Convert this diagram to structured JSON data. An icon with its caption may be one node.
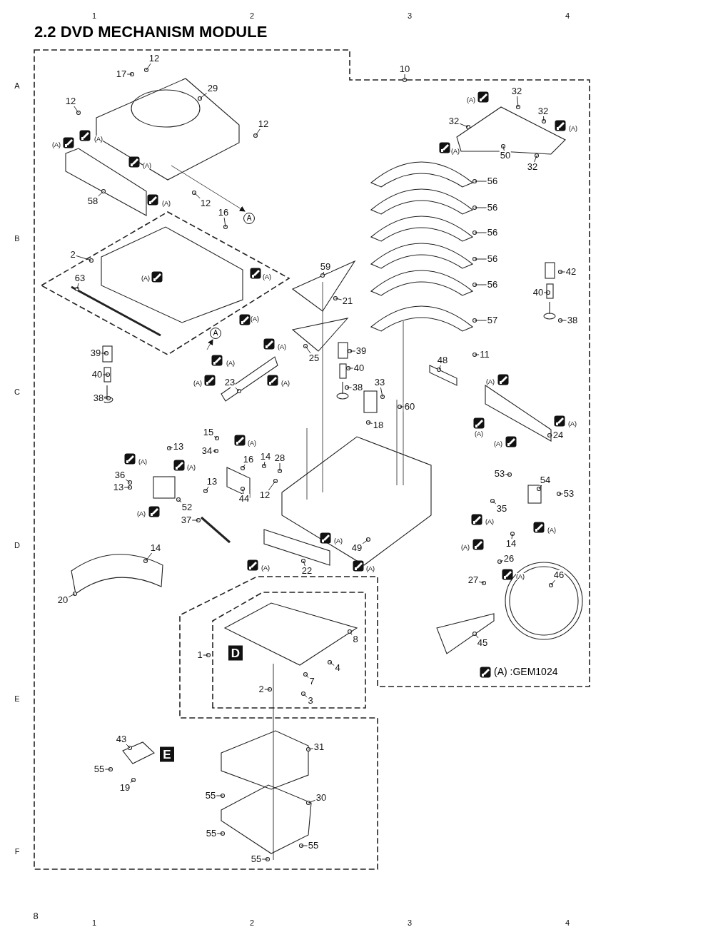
{
  "diagram": {
    "title": "2.2 DVD MECHANISM MODULE",
    "nodes": [
      {
        "text": [
          "12"
        ]
      },
      {
        "text": [
          "17"
        ]
      },
      {
        "text": [
          "29"
        ]
      },
      {
        "text": [
          "12"
        ]
      },
      {
        "text": [
          "12"
        ]
      },
      {
        "text": [
          "10"
        ]
      },
      {
        "text": [
          "32"
        ]
      },
      {
        "text": [
          "32"
        ]
      },
      {
        "text": [
          "32"
        ]
      },
      {
        "text": [
          "32"
        ]
      },
      {
        "text": [
          "50"
        ]
      },
      {
        "text": [
          "58"
        ]
      },
      {
        "text": [
          "12"
        ]
      },
      {
        "text": [
          "16"
        ]
      },
      {
        "text": [
          "2"
        ]
      },
      {
        "text": [
          "63"
        ]
      },
      {
        "text": [
          "56"
        ]
      },
      {
        "text": [
          "56"
        ]
      },
      {
        "text": [
          "56"
        ]
      },
      {
        "text": [
          "56"
        ]
      },
      {
        "text": [
          "56"
        ]
      },
      {
        "text": [
          "57"
        ]
      },
      {
        "text": [
          "42"
        ]
      },
      {
        "text": [
          "40"
        ]
      },
      {
        "text": [
          "38"
        ]
      },
      {
        "text": [
          "59"
        ]
      },
      {
        "text": [
          "21"
        ]
      },
      {
        "text": [
          "25"
        ]
      },
      {
        "text": [
          "39"
        ]
      },
      {
        "text": [
          "40"
        ]
      },
      {
        "text": [
          "38"
        ]
      },
      {
        "text": [
          "23"
        ]
      },
      {
        "text": [
          "39"
        ]
      },
      {
        "text": [
          "40"
        ]
      },
      {
        "text": [
          "38"
        ]
      },
      {
        "text": [
          "33"
        ]
      },
      {
        "text": [
          "48"
        ]
      },
      {
        "text": [
          "11"
        ]
      },
      {
        "text": [
          "60"
        ]
      },
      {
        "text": [
          "18"
        ]
      },
      {
        "text": [
          "24"
        ]
      },
      {
        "text": [
          "15"
        ]
      },
      {
        "text": [
          "34"
        ]
      },
      {
        "text": [
          "13"
        ]
      },
      {
        "text": [
          "16"
        ]
      },
      {
        "text": [
          "14"
        ]
      },
      {
        "text": [
          "28"
        ]
      },
      {
        "text": [
          "36"
        ]
      },
      {
        "text": [
          "13"
        ]
      },
      {
        "text": [
          "13"
        ]
      },
      {
        "text": [
          "12"
        ]
      },
      {
        "text": [
          "44"
        ]
      },
      {
        "text": [
          "52"
        ]
      },
      {
        "text": [
          "53"
        ]
      },
      {
        "text": [
          "54"
        ]
      },
      {
        "text": [
          "53"
        ]
      },
      {
        "text": [
          "35"
        ]
      },
      {
        "text": [
          "37"
        ]
      },
      {
        "text": [
          "49"
        ]
      },
      {
        "text": [
          "22"
        ]
      },
      {
        "text": [
          "14"
        ]
      },
      {
        "text": [
          "14"
        ]
      },
      {
        "text": [
          "26"
        ]
      },
      {
        "text": [
          "27"
        ]
      },
      {
        "text": [
          "46"
        ]
      },
      {
        "text": [
          "20"
        ]
      },
      {
        "text": [
          "45"
        ]
      },
      {
        "text": [
          "8"
        ]
      },
      {
        "text": [
          "1"
        ]
      },
      {
        "text": [
          "4"
        ]
      },
      {
        "text": [
          "7"
        ]
      },
      {
        "text": [
          "2"
        ]
      },
      {
        "text": [
          "3"
        ]
      },
      {
        "text": [
          "43"
        ]
      },
      {
        "text": [
          "31"
        ]
      },
      {
        "text": [
          "55"
        ]
      },
      {
        "text": [
          "19"
        ]
      },
      {
        "text": [
          "55"
        ]
      },
      {
        "text": [
          "30"
        ]
      },
      {
        "text": [
          "55"
        ]
      },
      {
        "text": [
          "55"
        ]
      },
      {
        "text": [
          "55"
        ]
      }
    ],
    "edges": [
      {
        "from": 0,
        "to": null,
        "arrow": "none"
      },
      {
        "from": 1,
        "to": null,
        "arrow": "none"
      },
      {
        "from": 2,
        "to": null,
        "arrow": "none"
      },
      {
        "from": 3,
        "to": null,
        "arrow": "none"
      },
      {
        "from": 4,
        "to": null,
        "arrow": "none"
      },
      {
        "from": 5,
        "to": null,
        "arrow": "none"
      },
      {
        "from": 6,
        "to": null,
        "arrow": "none"
      },
      {
        "from": 7,
        "to": null,
        "arrow": "none"
      },
      {
        "from": 8,
        "to": null,
        "arrow": "none"
      },
      {
        "from": 9,
        "to": null,
        "arrow": "none"
      },
      {
        "from": 10,
        "to": null,
        "arrow": "none"
      },
      {
        "from": 11,
        "to": null,
        "arrow": "none"
      },
      {
        "from": 12,
        "to": null,
        "arrow": "none"
      },
      {
        "from": 13,
        "to": null,
        "arrow": "none"
      },
      {
        "from": 14,
        "to": null,
        "arrow": "none"
      },
      {
        "from": 15,
        "to": null,
        "arrow": "none"
      },
      {
        "from": 16,
        "to": null,
        "arrow": "none"
      },
      {
        "from": 17,
        "to": null,
        "arrow": "none"
      },
      {
        "from": 18,
        "to": null,
        "arrow": "none"
      },
      {
        "from": 19,
        "to": null,
        "arrow": "none"
      },
      {
        "from": 20,
        "to": null,
        "arrow": "none"
      },
      {
        "from": 21,
        "to": null,
        "arrow": "none"
      },
      {
        "from": 22,
        "to": null,
        "arrow": "none"
      },
      {
        "from": 23,
        "to": null,
        "arrow": "none"
      },
      {
        "from": 24,
        "to": null,
        "arrow": "none"
      },
      {
        "from": 25,
        "to": null,
        "arrow": "none"
      },
      {
        "from": 26,
        "to": null,
        "arrow": "none"
      },
      {
        "from": 27,
        "to": null,
        "arrow": "none"
      },
      {
        "from": 28,
        "to": null,
        "arrow": "none"
      },
      {
        "from": 29,
        "to": null,
        "arrow": "none"
      },
      {
        "from": 30,
        "to": null,
        "arrow": "none"
      },
      {
        "from": 31,
        "to": null,
        "arrow": "none"
      },
      {
        "from": 32,
        "to": null,
        "arrow": "none"
      },
      {
        "from": 33,
        "to": null,
        "arrow": "none"
      },
      {
        "from": 34,
        "to": null,
        "arrow": "none"
      },
      {
        "from": 35,
        "to": null,
        "arrow": "none"
      },
      {
        "from": 36,
        "to": null,
        "arrow": "none"
      },
      {
        "from": 37,
        "to": null,
        "arrow": "none"
      },
      {
        "from": 38,
        "to": null,
        "arrow": "none"
      },
      {
        "from": 39,
        "to": null,
        "arrow": "none"
      },
      {
        "from": 40,
        "to": null,
        "arrow": "none"
      },
      {
        "from": 41,
        "to": null,
        "arrow": "none"
      },
      {
        "from": 42,
        "to": null,
        "arrow": "none"
      },
      {
        "from": 43,
        "to": null,
        "arrow": "none"
      },
      {
        "from": 44,
        "to": null,
        "arrow": "none"
      },
      {
        "from": 45,
        "to": null,
        "arrow": "none"
      },
      {
        "from": 46,
        "to": null,
        "arrow": "none"
      },
      {
        "from": 47,
        "to": null,
        "arrow": "none"
      },
      {
        "from": 48,
        "to": null,
        "arrow": "none"
      },
      {
        "from": 49,
        "to": null,
        "arrow": "none"
      },
      {
        "from": 50,
        "to": null,
        "arrow": "none"
      },
      {
        "from": 51,
        "to": null,
        "arrow": "none"
      },
      {
        "from": 52,
        "to": null,
        "arrow": "none"
      },
      {
        "from": 53,
        "to": null,
        "arrow": "none"
      },
      {
        "from": 54,
        "to": null,
        "arrow": "none"
      },
      {
        "from": 55,
        "to": null,
        "arrow": "none"
      },
      {
        "from": 56,
        "to": null,
        "arrow": "none"
      },
      {
        "from": 57,
        "to": null,
        "arrow": "none"
      },
      {
        "from": 58,
        "to": null,
        "arrow": "none"
      },
      {
        "from": 59,
        "to": null,
        "arrow": "none"
      },
      {
        "from": 60,
        "to": null,
        "arrow": "none"
      },
      {
        "from": 61,
        "to": null,
        "arrow": "none"
      },
      {
        "from": 62,
        "to": null,
        "arrow": "none"
      },
      {
        "from": 63,
        "to": null,
        "arrow": "none"
      },
      {
        "from": 64,
        "to": null,
        "arrow": "none"
      },
      {
        "from": 65,
        "to": null,
        "arrow": "none"
      },
      {
        "from": 66,
        "to": null,
        "arrow": "none"
      },
      {
        "from": 67,
        "to": null,
        "arrow": "none"
      },
      {
        "from": 68,
        "to": null,
        "arrow": "none"
      },
      {
        "from": 69,
        "to": null,
        "arrow": "none"
      },
      {
        "from": 70,
        "to": null,
        "arrow": "none"
      },
      {
        "from": 71,
        "to": null,
        "arrow": "none"
      },
      {
        "from": 72,
        "to": null,
        "arrow": "none"
      },
      {
        "from": 73,
        "to": null,
        "arrow": "none"
      },
      {
        "from": 74,
        "to": null,
        "arrow": "none"
      },
      {
        "from": 75,
        "to": null,
        "arrow": "none"
      },
      {
        "from": 76,
        "to": null,
        "arrow": "none"
      },
      {
        "from": 77,
        "to": null,
        "arrow": "none"
      },
      {
        "from": 78,
        "to": null,
        "arrow": "none"
      },
      {
        "from": 79,
        "to": null,
        "arrow": "none"
      },
      {
        "from": 80,
        "to": null,
        "arrow": "none"
      },
      {
        "from": 81,
        "to": null,
        "arrow": "none"
      }
    ],
    "labels": [
      "1",
      "2",
      "3",
      "4",
      "A",
      "B",
      "C",
      "D",
      "E",
      "F",
      "A",
      "A",
      "D",
      "E",
      "(A)",
      "(A)",
      "(A)",
      "(A)",
      "(A)",
      "(A)",
      "(A)",
      "(A)",
      "(A)",
      "(A)",
      "(A)",
      "(A)",
      "(A)",
      "(A)",
      "(A)",
      "(A)",
      "(A)",
      "(A)",
      "(A)",
      "(A)",
      "(A)",
      "(A)",
      "(A)",
      "(A)",
      "(A)",
      "(A)",
      "(A)",
      "(A)",
      "(A)",
      "8",
      "1",
      "2",
      "3",
      "4"
    ],
    "legend": [
      {
        "text": "(A) :GEM1024"
      }
    ]
  }
}
